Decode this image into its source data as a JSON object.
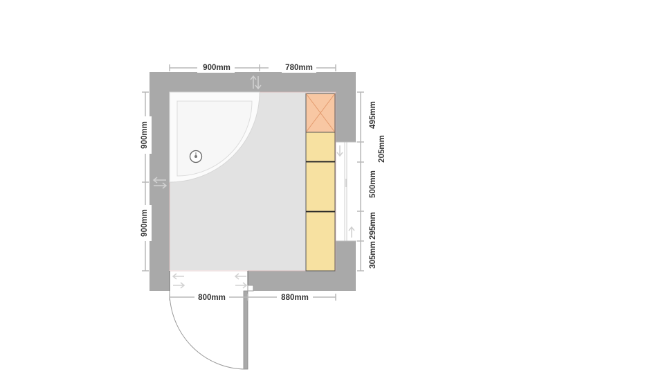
{
  "plan": {
    "dimensions": {
      "top": [
        "900mm",
        "780mm"
      ],
      "bottom": [
        "800mm",
        "880mm"
      ],
      "left": [
        "900mm",
        "900mm"
      ],
      "right": [
        "495mm",
        "205mm",
        "500mm",
        "295mm",
        "305mm"
      ]
    },
    "colors": {
      "wall": "#a9a9a9",
      "floor": "#e2e2e2",
      "shower_tray": "#fbfbfb",
      "cabinet_highlight": "#f8c7a3",
      "cabinet": "#f7e1a1",
      "window": "#ffffff"
    },
    "icons": {
      "shower_tray": "quadrant-shower-tray-icon",
      "drain": "shower-drain-icon",
      "door": "door-swing-icon",
      "window": "window-icon"
    }
  }
}
